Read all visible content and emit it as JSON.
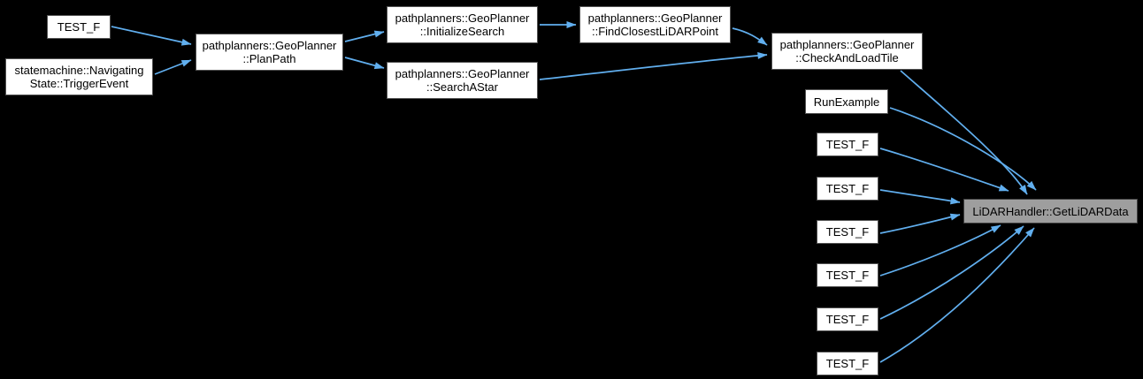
{
  "diagram": {
    "type": "doxygen-caller-graph",
    "colors": {
      "background": "#000000",
      "node_fill": "#ffffff",
      "node_border": "#525252",
      "node_text": "#000000",
      "target_fill": "#9e9e9e",
      "target_border": "#404040",
      "edge": "#61afef"
    },
    "nodes": [
      {
        "id": "test-f-left",
        "label": "TEST_F"
      },
      {
        "id": "navigating-state-trigger-event",
        "label": "statemachine::Navigating\nState::TriggerEvent"
      },
      {
        "id": "plan-path",
        "label": "pathplanners::GeoPlanner\n::PlanPath"
      },
      {
        "id": "initialize-search",
        "label": "pathplanners::GeoPlanner\n::InitializeSearch"
      },
      {
        "id": "search-astar",
        "label": "pathplanners::GeoPlanner\n::SearchAStar"
      },
      {
        "id": "find-closest-lidar-point",
        "label": "pathplanners::GeoPlanner\n::FindClosestLiDARPoint"
      },
      {
        "id": "check-and-load-tile",
        "label": "pathplanners::GeoPlanner\n::CheckAndLoadTile"
      },
      {
        "id": "run-example",
        "label": "RunExample"
      },
      {
        "id": "test-f-r1",
        "label": "TEST_F"
      },
      {
        "id": "test-f-r2",
        "label": "TEST_F"
      },
      {
        "id": "test-f-r3",
        "label": "TEST_F"
      },
      {
        "id": "test-f-r4",
        "label": "TEST_F"
      },
      {
        "id": "test-f-r5",
        "label": "TEST_F"
      },
      {
        "id": "test-f-r6",
        "label": "TEST_F"
      }
    ],
    "target_node": {
      "id": "get-lidar-data",
      "label": "LiDARHandler::GetLiDARData",
      "highlighted": true
    },
    "edges": [
      {
        "from": "test-f-left",
        "to": "plan-path"
      },
      {
        "from": "navigating-state-trigger-event",
        "to": "plan-path"
      },
      {
        "from": "plan-path",
        "to": "initialize-search"
      },
      {
        "from": "plan-path",
        "to": "search-astar"
      },
      {
        "from": "initialize-search",
        "to": "find-closest-lidar-point"
      },
      {
        "from": "find-closest-lidar-point",
        "to": "check-and-load-tile"
      },
      {
        "from": "search-astar",
        "to": "check-and-load-tile"
      },
      {
        "from": "check-and-load-tile",
        "to": "get-lidar-data"
      },
      {
        "from": "run-example",
        "to": "get-lidar-data"
      },
      {
        "from": "test-f-r1",
        "to": "get-lidar-data"
      },
      {
        "from": "test-f-r2",
        "to": "get-lidar-data"
      },
      {
        "from": "test-f-r3",
        "to": "get-lidar-data"
      },
      {
        "from": "test-f-r4",
        "to": "get-lidar-data"
      },
      {
        "from": "test-f-r5",
        "to": "get-lidar-data"
      },
      {
        "from": "test-f-r6",
        "to": "get-lidar-data"
      }
    ]
  }
}
